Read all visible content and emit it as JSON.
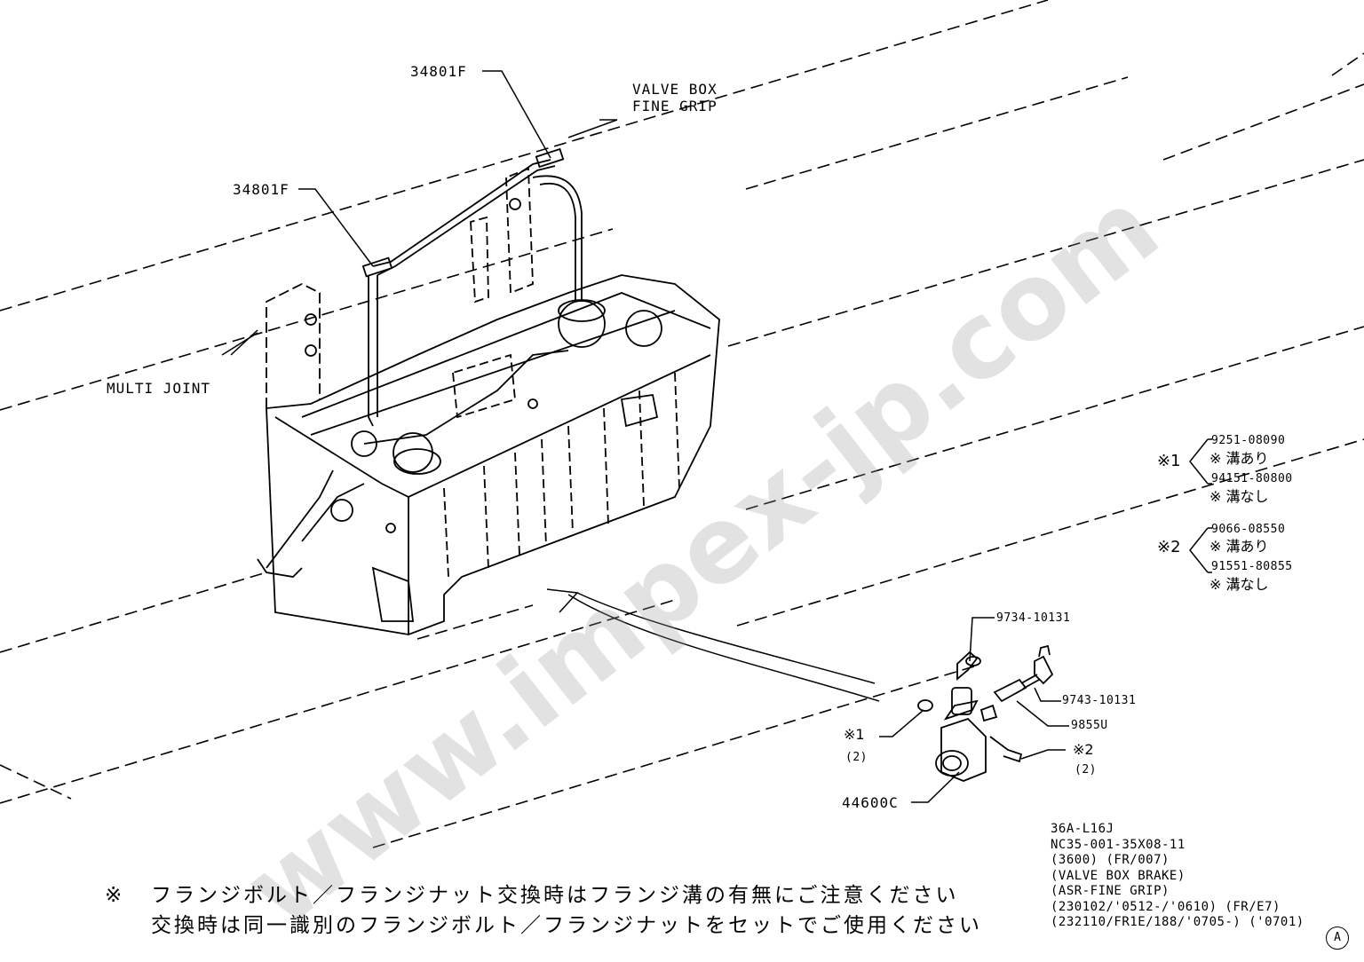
{
  "labels": {
    "part_34801f_top": "34801F",
    "part_34801f_left": "34801F",
    "valve_box": "VALVE BOX",
    "fine_grip": "FINE GRIP",
    "multi_joint": "MULTI JOINT",
    "part_9734": "9734-10131",
    "part_9743": "9743-10131",
    "part_9855u": "9855U",
    "mark1": "※1",
    "mark1_qty": "(2)",
    "mark2": "※2",
    "mark2_qty": "(2)",
    "part_44600c": "44600C"
  },
  "legend": {
    "group1_mark": "※1",
    "group1_a_part": "9251-08090",
    "group1_a_note": "※ 溝あり",
    "group1_b_part": "94151-80800",
    "group1_b_note": "※ 溝なし",
    "group2_mark": "※2",
    "group2_a_part": "9066-08550",
    "group2_a_note": "※ 溝あり",
    "group2_b_part": "91551-80855",
    "group2_b_note": "※ 溝なし"
  },
  "reference": {
    "line1": "36A-L16J",
    "line2": "NC35-001-35X08-11",
    "line3": "(3600) (FR/007)",
    "line4": "(VALVE BOX BRAKE)",
    "line5": "(ASR-FINE GRIP)",
    "line6": "(230102/'0512-/'0610) (FR/E7)",
    "line7": "(232110/FR1E/188/'0705-) ('0701)"
  },
  "notes": {
    "mark": "※",
    "line1": "フランジボルト／フランジナット交換時はフランジ溝の有無にご注意ください",
    "line2": "交換時は同一識別のフランジボルト／フランジナットをセットでご使用ください"
  },
  "corner_mark": "A",
  "watermark": "www.impex-jp.com"
}
